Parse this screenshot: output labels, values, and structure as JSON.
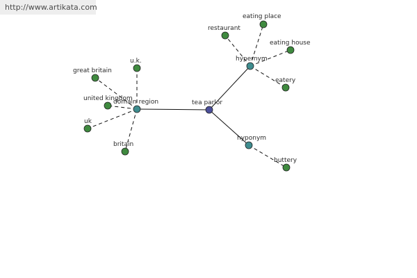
{
  "watermark": "http://www.artikata.com",
  "colors": {
    "root": "#4b4f9a",
    "relation": "#3f8d8f",
    "term": "#3f8a3f",
    "edge": "#111111",
    "background": "#ffffff"
  },
  "diagram": {
    "root": {
      "id": "tea-parlor",
      "label": "tea parlor"
    },
    "relations": [
      {
        "id": "domain-region",
        "label": "domain region"
      },
      {
        "id": "hypernym",
        "label": "hypernym"
      },
      {
        "id": "hyponym",
        "label": "hyponym"
      }
    ],
    "terms": [
      {
        "id": "u-k",
        "label": "u.k.",
        "relation": "domain-region"
      },
      {
        "id": "great-britain",
        "label": "great britain",
        "relation": "domain-region"
      },
      {
        "id": "united-kingdom",
        "label": "united kingdom",
        "relation": "domain-region"
      },
      {
        "id": "uk",
        "label": "uk",
        "relation": "domain-region"
      },
      {
        "id": "britain",
        "label": "britain",
        "relation": "domain-region"
      },
      {
        "id": "restaurant",
        "label": "restaurant",
        "relation": "hypernym"
      },
      {
        "id": "eating-place",
        "label": "eating place",
        "relation": "hypernym"
      },
      {
        "id": "eating-house",
        "label": "eating house",
        "relation": "hypernym"
      },
      {
        "id": "eatery",
        "label": "eatery",
        "relation": "hypernym"
      },
      {
        "id": "buttery",
        "label": "buttery",
        "relation": "hyponym"
      }
    ]
  }
}
